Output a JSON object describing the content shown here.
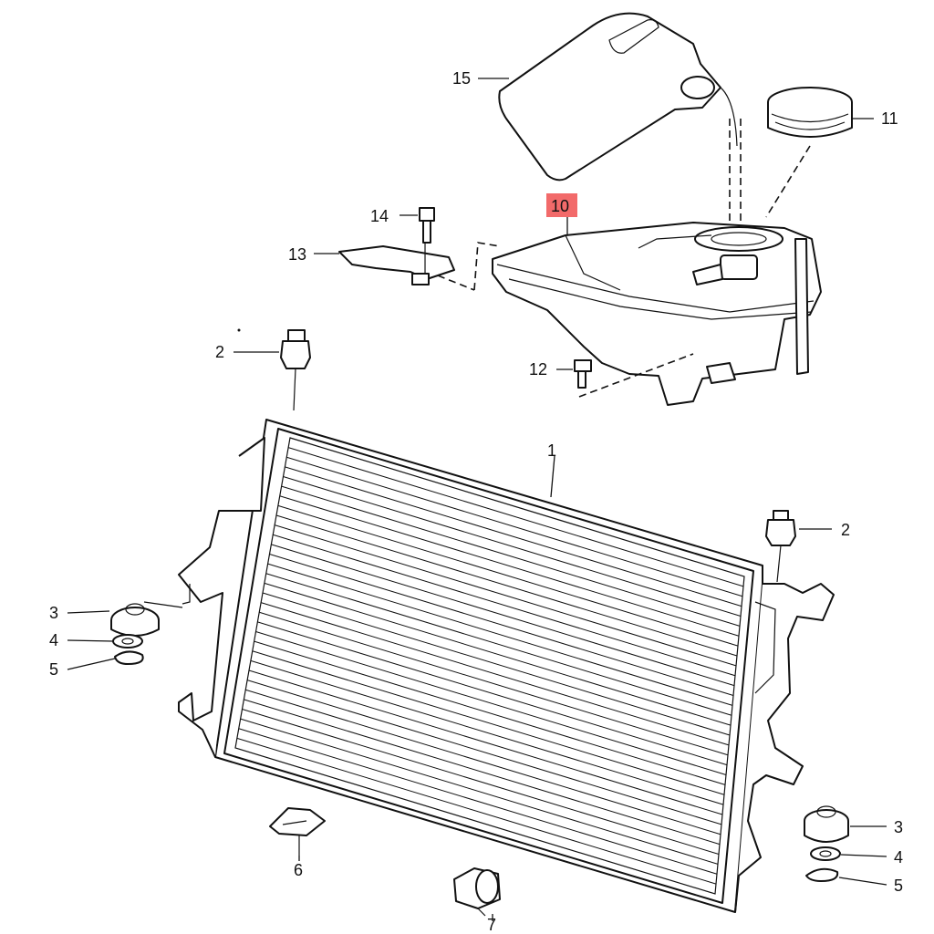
{
  "diagram": {
    "highlight_color": "#f26a6a",
    "callouts": [
      {
        "id": "c1",
        "text": "1"
      },
      {
        "id": "c2a",
        "text": "2"
      },
      {
        "id": "c2b",
        "text": "2"
      },
      {
        "id": "c3a",
        "text": "3"
      },
      {
        "id": "c3b",
        "text": "3"
      },
      {
        "id": "c4a",
        "text": "4"
      },
      {
        "id": "c4b",
        "text": "4"
      },
      {
        "id": "c5a",
        "text": "5"
      },
      {
        "id": "c5b",
        "text": "5"
      },
      {
        "id": "c6",
        "text": "6"
      },
      {
        "id": "c7",
        "text": "7"
      },
      {
        "id": "c10",
        "text": "10",
        "highlighted": true
      },
      {
        "id": "c11",
        "text": "11"
      },
      {
        "id": "c12",
        "text": "12"
      },
      {
        "id": "c13",
        "text": "13"
      },
      {
        "id": "c14",
        "text": "14"
      },
      {
        "id": "c15",
        "text": "15"
      }
    ]
  }
}
